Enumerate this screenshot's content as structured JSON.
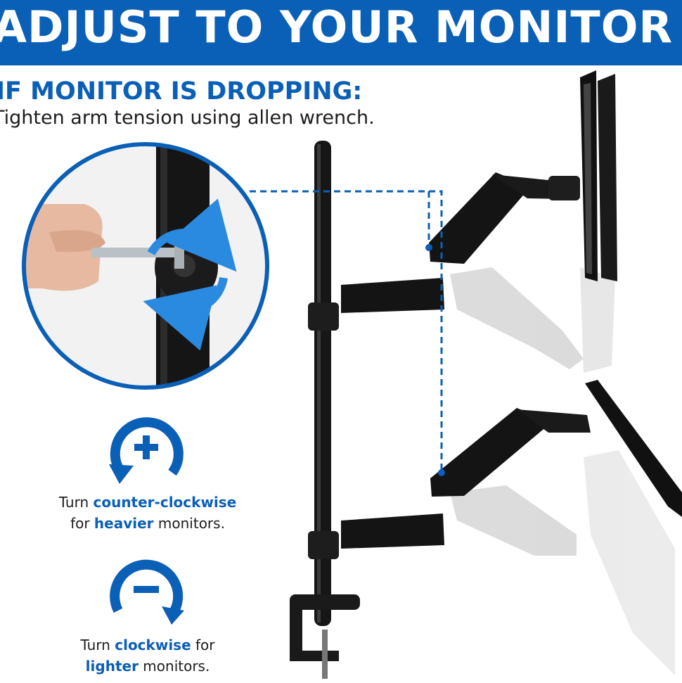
{
  "banner": {
    "title": "ADJUST TO YOUR MONITOR"
  },
  "warning": {
    "title": "IF MONITOR IS DROPPING:",
    "subtitle": "Tighten arm tension using allen wrench."
  },
  "heavier": {
    "icon": "plus-rotate-icon",
    "line1_prefix": "Turn ",
    "line1_emph": "counter-clockwise",
    "line2_emph": "heavier",
    "line2_suffix": " monitors.",
    "line2_prefix": "for "
  },
  "lighter": {
    "icon": "minus-rotate-icon",
    "line1_prefix": "Turn ",
    "line1_emph": "clockwise",
    "line1_suffix": " for",
    "line2_emph": "lighter",
    "line2_suffix": " monitors."
  },
  "colors": {
    "accent": "#0a5fb6",
    "text": "#1c1c1c",
    "arm": "#161616"
  }
}
